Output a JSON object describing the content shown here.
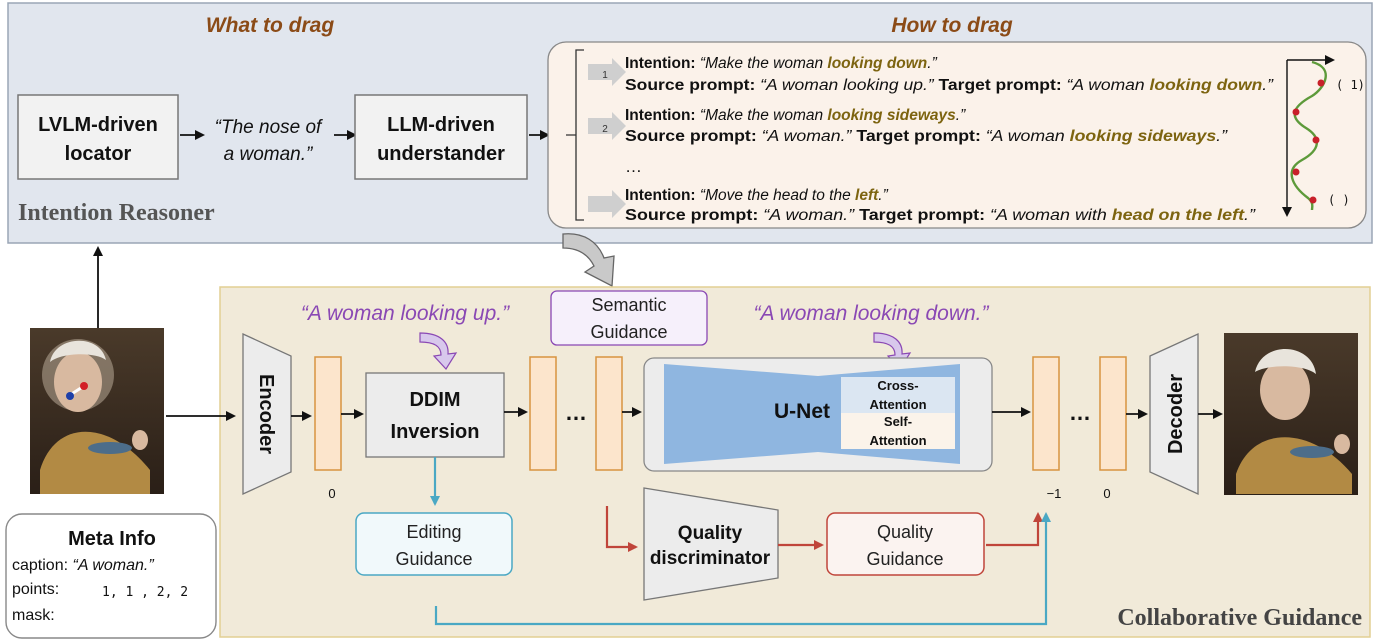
{
  "reasoner": {
    "what_to_drag": "What to drag",
    "how_to_drag": "How to drag",
    "locator": [
      "LVLM-driven",
      "locator"
    ],
    "understander": [
      "LLM-driven",
      "understander"
    ],
    "locator_output": [
      "“The nose of",
      "a woman.”"
    ],
    "title": "Intention Reasoner"
  },
  "intentions": [
    {
      "badge": "1",
      "intention_label": "Intention: ",
      "intention_text": "“Make the woman ",
      "intention_hl": "looking down",
      "intention_end": ".”",
      "source_label": "Source prompt: ",
      "source_text": "“A woman looking up.”",
      "target_label": " Target prompt: ",
      "target_text": "“A woman ",
      "target_hl": "looking down",
      "target_end": ".”"
    },
    {
      "badge": "2",
      "intention_label": "Intention: ",
      "intention_text": "“Make the woman ",
      "intention_hl": "looking sideways",
      "intention_end": ".”",
      "source_label": "Source prompt: ",
      "source_text": "“A woman.”",
      "target_label": " Target prompt: ",
      "target_text": "“A woman ",
      "target_hl": "looking sideways",
      "target_end": ".”"
    },
    {
      "badge": "",
      "intention_label": "Intention: ",
      "intention_text": "“Move the head to the ",
      "intention_hl": "left",
      "intention_end": ".”",
      "source_label": "Source prompt: ",
      "source_text": "“A woman.”",
      "target_label": " Target prompt: ",
      "target_text": "“A woman with ",
      "target_hl": "head on the left",
      "target_end": ".”"
    }
  ],
  "ellipsis": "…",
  "curve_labels": [
    "( 1)",
    "(   )"
  ],
  "guidance": {
    "source_prompt": "“A woman looking up.”",
    "target_prompt": "“A woman looking down.”",
    "semantic": [
      "Semantic",
      "Guidance"
    ],
    "encoder": "Encoder",
    "decoder": "Decoder",
    "ddim": [
      "DDIM",
      "Inversion"
    ],
    "unet": "U-Net",
    "cross_attention": [
      "Cross-",
      "Attention"
    ],
    "self_attention": [
      "Self-",
      "Attention"
    ],
    "dots": "…",
    "latent_label_0": "0",
    "latent_label_t1": "−1",
    "latent_label_out0": "0",
    "editing": [
      "Editing",
      "Guidance"
    ],
    "discriminator": [
      "Quality",
      "discriminator"
    ],
    "quality": [
      "Quality",
      "Guidance"
    ],
    "title": "Collaborative Guidance"
  },
  "meta": {
    "title": "Meta Info",
    "caption_label": "caption: ",
    "caption_value": "“A woman.”",
    "points_label": "points:",
    "points_value": "1,  1 ,   2,  2",
    "mask_label": "mask:"
  },
  "colors": {
    "reasoner_bg": "#e1e6ee",
    "guidance_bg": "#f1ead9",
    "latent_fill": "#fce5cc",
    "unet_blue": "#8fb6e0",
    "highlight_text": "#7d6410",
    "heading_brown": "#8b4b17",
    "prompt_purple": "#8a48b4",
    "teal": "#4aa8c4",
    "red": "#c0453a"
  }
}
